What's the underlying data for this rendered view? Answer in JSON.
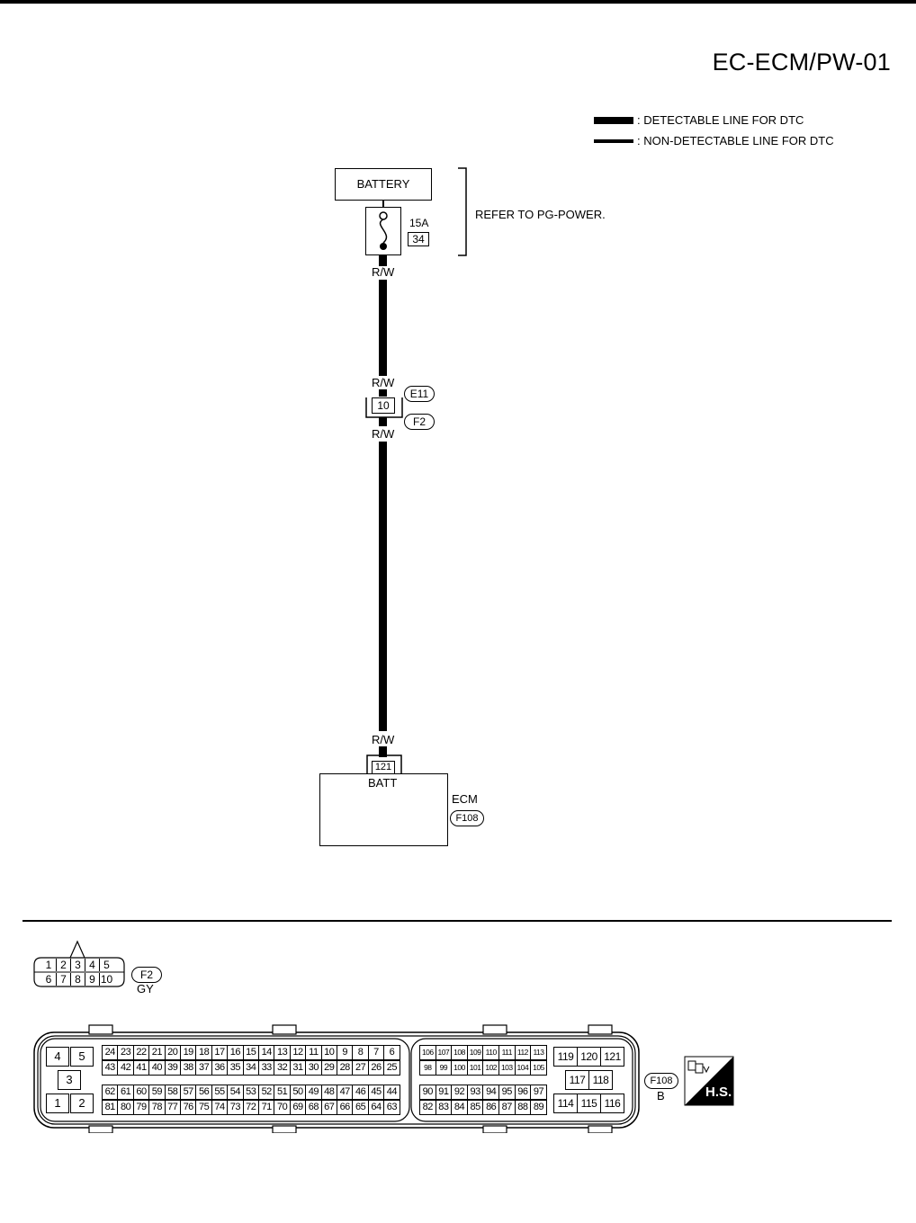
{
  "page_code": "EC-ECM/PW-01",
  "legend": {
    "detectable": ": DETECTABLE LINE FOR DTC",
    "non_detectable": ": NON-DETECTABLE LINE FOR DTC"
  },
  "battery": {
    "label": "BATTERY",
    "note": "REFER TO PG-POWER."
  },
  "fuse": {
    "rating": "15A",
    "number": "34"
  },
  "wire_color": "R/W",
  "junction": {
    "pin": "10",
    "connector_top": "E11",
    "connector_bottom": "F2"
  },
  "ecm": {
    "pin": "121",
    "terminal": "BATT",
    "label": "ECM",
    "connector": "F108"
  },
  "connector_f2": {
    "name": "F2",
    "color": "GY",
    "top_row": [
      "1",
      "2",
      "3",
      "4",
      "5"
    ],
    "bottom_row": [
      "6",
      "7",
      "8",
      "9",
      "10"
    ]
  },
  "connector_f108": {
    "name": "F108",
    "color": "B",
    "left_block": [
      "4",
      "5",
      "3",
      "1",
      "2"
    ],
    "row1": [
      "24",
      "23",
      "22",
      "21",
      "20",
      "19",
      "18",
      "17",
      "16",
      "15",
      "14",
      "13",
      "12",
      "11",
      "10",
      "9",
      "8",
      "7",
      "6"
    ],
    "row2": [
      "43",
      "42",
      "41",
      "40",
      "39",
      "38",
      "37",
      "36",
      "35",
      "34",
      "33",
      "32",
      "31",
      "30",
      "29",
      "28",
      "27",
      "26",
      "25"
    ],
    "row3": [
      "62",
      "61",
      "60",
      "59",
      "58",
      "57",
      "56",
      "55",
      "54",
      "53",
      "52",
      "51",
      "50",
      "49",
      "48",
      "47",
      "46",
      "45",
      "44"
    ],
    "row4": [
      "81",
      "80",
      "79",
      "78",
      "77",
      "76",
      "75",
      "74",
      "73",
      "72",
      "71",
      "70",
      "69",
      "68",
      "67",
      "66",
      "65",
      "64",
      "63"
    ],
    "mid_row1": [
      "106",
      "107",
      "108",
      "109",
      "110",
      "111",
      "112",
      "113"
    ],
    "mid_row2": [
      "98",
      "99",
      "100",
      "101",
      "102",
      "103",
      "104",
      "105"
    ],
    "mid_row3": [
      "90",
      "91",
      "92",
      "93",
      "94",
      "95",
      "96",
      "97"
    ],
    "mid_row4": [
      "82",
      "83",
      "84",
      "85",
      "86",
      "87",
      "88",
      "89"
    ],
    "right_top": [
      "119",
      "120",
      "121"
    ],
    "right_mid": [
      "117",
      "118"
    ],
    "right_bottom": [
      "114",
      "115",
      "116"
    ]
  },
  "hs_badge": "H.S."
}
